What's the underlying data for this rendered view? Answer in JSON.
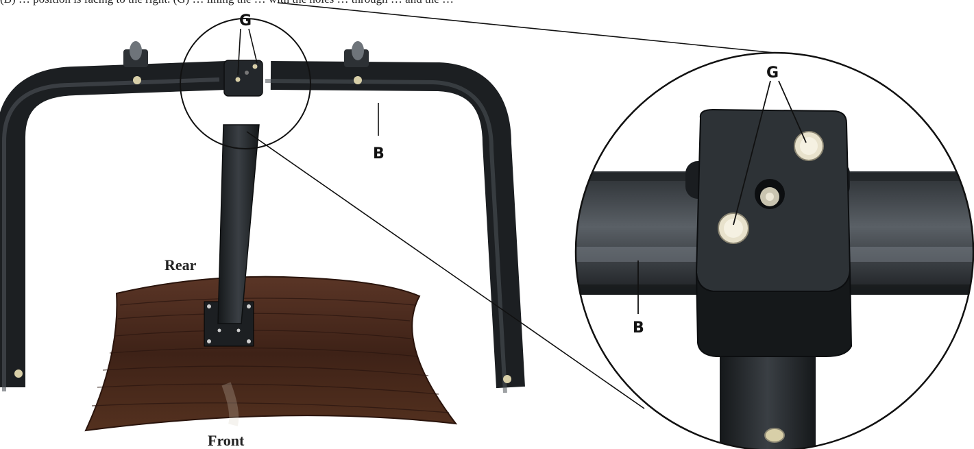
{
  "caption": {
    "text": "(B) … position is facing to the right. (G) … lining the … with the holes … through … and the …"
  },
  "labels": {
    "g_main": "G",
    "b_main": "B",
    "g_zoom": "G",
    "b_zoom": "B",
    "rear": "Rear",
    "front": "Front"
  },
  "colors": {
    "frame": "#1c1f22",
    "frame_highlight": "#4a4f54",
    "wood": "#4a2a1e",
    "wood_grain": "#2b1610",
    "bolt": "#d8cfa8",
    "line": "#111111"
  }
}
